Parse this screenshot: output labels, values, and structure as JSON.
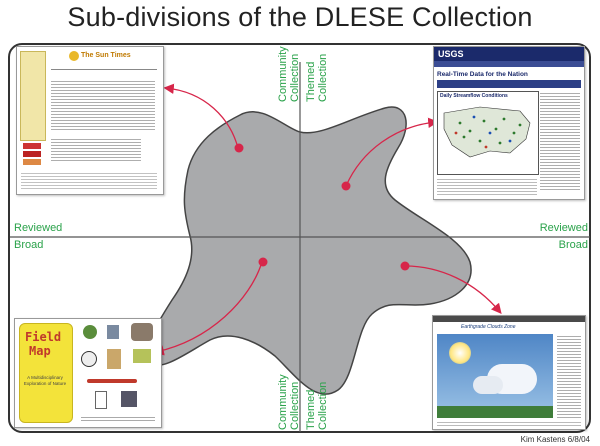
{
  "title": "Sub-divisions of the DLESE Collection",
  "labels": {
    "community_top": "Community Collection",
    "themed_top": "Themed Collection",
    "community_bottom": "Community Collection",
    "themed_bottom": "Themed Collection",
    "reviewed_left": "Reviewed",
    "broad_left": "Broad",
    "reviewed_right": "Reviewed",
    "broad_right": "Broad"
  },
  "thumbnails": {
    "sun_times": {
      "heading": "The Sun Times"
    },
    "usgs": {
      "logo": "USGS",
      "heading": "Real-Time Data for the Nation",
      "subheading": "Daily Streamflow Conditions"
    },
    "field_map": {
      "title_line1": "Field",
      "title_line2": "Map",
      "subtitle": "A Multidisciplinary Exploration of Nature"
    },
    "clouds": {
      "heading": "Earthgrade Clouds Zone"
    }
  },
  "credit": "Kim Kastens 6/8/04",
  "colors": {
    "label_green": "#2aa24a",
    "blob_gray": "#a9aaac",
    "arrow_red": "#d7264a",
    "usgs_blue": "#1b2a6b"
  }
}
